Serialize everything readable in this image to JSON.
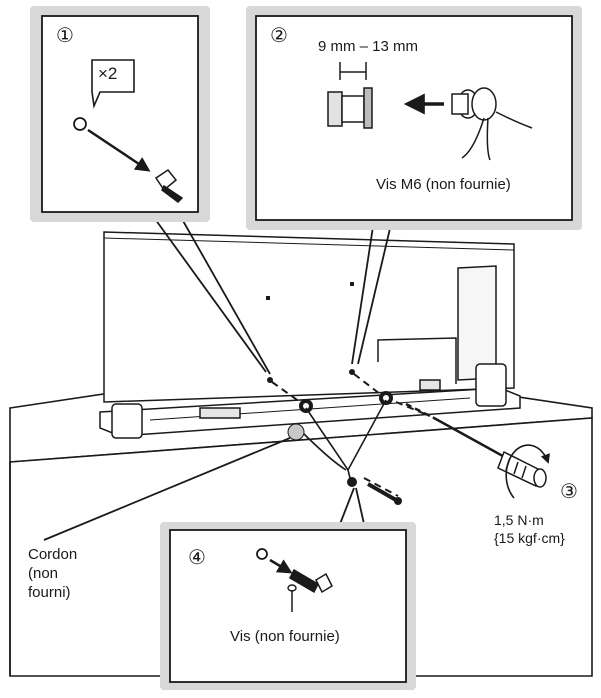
{
  "steps": [
    "①",
    "②",
    "③",
    "④"
  ],
  "quantity_badge": "×2",
  "labels": {
    "screw_length": "9 mm – 13 mm",
    "screw_m6": "Vis M6 (non fournie)",
    "torque_line1": "1,5 N·m",
    "torque_line2": "{15 kgf·cm}",
    "cord_line1": "Cordon",
    "cord_line2": "(non",
    "cord_line3": "fourni)",
    "screw_not_supplied": "Vis (non fournie)"
  },
  "colors": {
    "line": "#1a1a1a",
    "panel_gray": "#d8d8d8",
    "fill": "#ffffff"
  },
  "icons": [
    "screw-icon",
    "washer-icon",
    "screwdriver-icon",
    "rotation-arrow-icon",
    "cord-icon",
    "tv-stand-icon"
  ]
}
